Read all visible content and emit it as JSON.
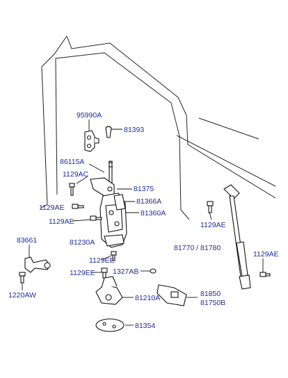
{
  "diagram": {
    "labels": [
      "95990A",
      "81393",
      "86115A",
      "1129AC",
      "81375",
      "81366A",
      "1129AE",
      "81360A",
      "1129AE",
      "81230A",
      "83661",
      "1129EE",
      "1129EE",
      "1327AB",
      "1220AW",
      "81210A",
      "81850",
      "81750B",
      "81354",
      "1129AE",
      "81770",
      "81780",
      "1129AE"
    ],
    "separator": "/",
    "accent_color": "#1f2a9a"
  }
}
